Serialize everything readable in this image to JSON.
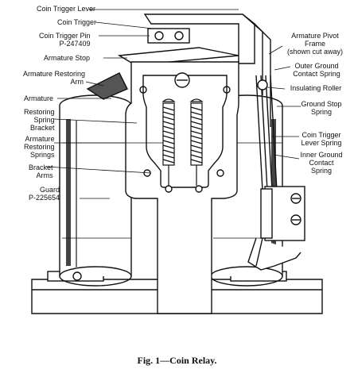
{
  "labels_left": [
    {
      "id": "coin-trigger-lever",
      "text": "Coin Trigger Lever"
    },
    {
      "id": "coin-trigger",
      "text": "Coin Trigger"
    },
    {
      "id": "coin-trigger-pin",
      "text": "Coin Trigger Pin",
      "sub": "P-247409"
    },
    {
      "id": "armature-stop",
      "text": "Armature Stop"
    },
    {
      "id": "armature-restoring-arm",
      "text": "Armature Restoring",
      "sub": "Arm"
    },
    {
      "id": "armature",
      "text": "Armature"
    },
    {
      "id": "restoring-spring-bracket",
      "text": "Restoring",
      "sub": "Spring",
      "sub2": "Bracket"
    },
    {
      "id": "armature-restoring-springs",
      "text": "Armature",
      "sub": "Restoring",
      "sub2": "Springs"
    },
    {
      "id": "bracket-arms",
      "text": "Bracket",
      "sub": "Arms"
    },
    {
      "id": "guard",
      "text": "Guard",
      "sub": "P-225654"
    }
  ],
  "labels_right": [
    {
      "id": "armature-pivot-frame",
      "text": "Armature Pivot",
      "sub": "Frame",
      "sub2": "(shown cut away)"
    },
    {
      "id": "outer-ground-contact-spring",
      "text": "Outer Ground",
      "sub": "Contact Spring"
    },
    {
      "id": "insulating-roller",
      "text": "Insulating Roller"
    },
    {
      "id": "ground-stop-spring",
      "text": "Ground Stop",
      "sub": "Spring"
    },
    {
      "id": "coin-trigger-lever-spring",
      "text": "Coin Trigger",
      "sub": "Lever Spring"
    },
    {
      "id": "inner-ground-contact-spring",
      "text": "Inner Ground",
      "sub": "Contact",
      "sub2": "Spring"
    }
  ],
  "caption": "Fig. 1—Coin Relay."
}
